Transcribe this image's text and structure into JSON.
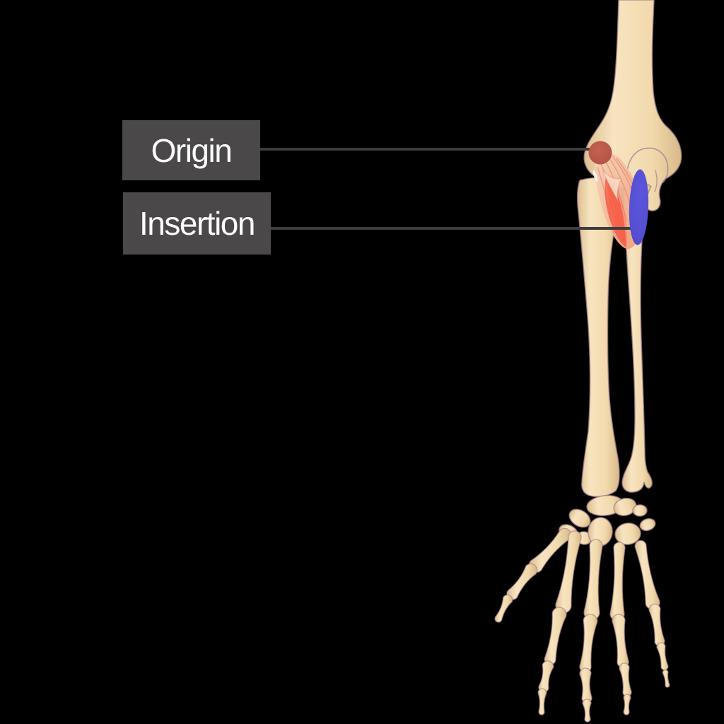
{
  "figure": {
    "kind": "anatomy-diagram",
    "subject": "posterior forearm skeleton with elbow muscle attachment markers"
  },
  "labels": {
    "origin": "Origin",
    "insertion": "Insertion"
  },
  "markers": {
    "origin": {
      "shape": "circle",
      "color": "#b5564a"
    },
    "insertion": {
      "shape": "ellipse",
      "color": "#544fd0"
    }
  },
  "colors": {
    "background": "#000000",
    "label_box": "#4a4848",
    "label_text": "#ffffff",
    "pointer_line": "#3d3d3d",
    "bone_light": "#f7e4c0",
    "bone_mid": "#f1d9ac",
    "bone_dark": "#ddbe8f",
    "bone_edge": "#d8b988",
    "bone_outline": "#a5808a",
    "muscle_light": "#f7d2b8",
    "muscle_mid": "#f09f7d",
    "muscle_pale": "#f8dcc6",
    "muscle_bright": "#f4503a",
    "muscle_overlay": "#ff7b5c",
    "muscle_striation": "#dd7a60",
    "origin_light": "#c4624f",
    "origin_dark": "#a54c40",
    "insertion_light": "#5c55dc",
    "insertion_dark": "#453ec2"
  }
}
